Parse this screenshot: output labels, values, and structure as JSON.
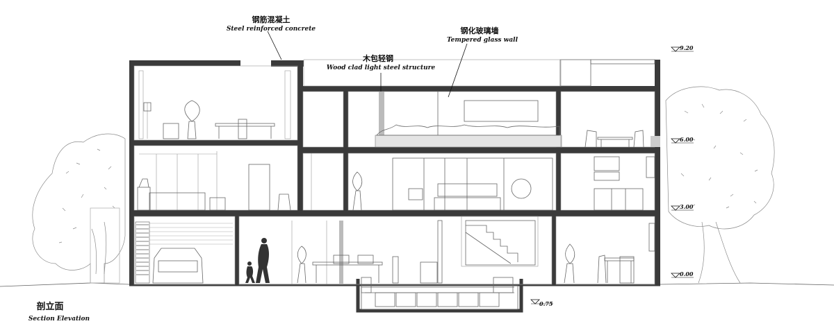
{
  "annotations": {
    "concrete": {
      "cn": "钢筋混凝土",
      "en": "Steel reinforced concrete"
    },
    "wood": {
      "cn": "木包轻钢",
      "en": "Wood clad light steel structure"
    },
    "glass": {
      "cn": "钢化玻璃墙",
      "en": "Tempered glass wall"
    }
  },
  "levels": [
    "9.20",
    "6.00",
    "3.00",
    "0.00",
    "0.75"
  ],
  "title": {
    "cn": "剖立面",
    "en": "Section Elevation"
  },
  "colors": {
    "structure": "#3a3a3a",
    "line": "#666666",
    "background": "#ffffff"
  }
}
